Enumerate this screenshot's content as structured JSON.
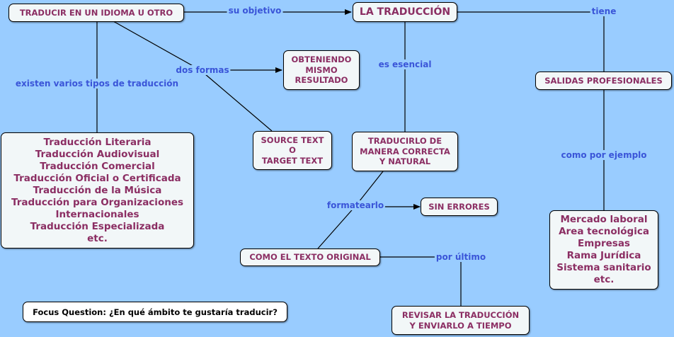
{
  "map": {
    "nodes": {
      "traducir": "TRADUCIR EN UN IDIOMA U OTRO",
      "traduccion": "LA TRADUCCIÓN",
      "obteniendo": [
        "OBTENIENDO",
        "MISMO",
        "RESULTADO"
      ],
      "salidas": "SALIDAS PROFESIONALES",
      "tipos": [
        "Traducción Literaria",
        "Traducción Audiovisual",
        "Traducción Comercial",
        "Traducción Oficial o Certificada",
        "Traducción de la Música",
        "Traducción para Organizaciones",
        "Internacionales",
        "Traducción Especializada",
        "etc."
      ],
      "source": [
        "SOURCE TEXT",
        "O",
        "TARGET TEXT"
      ],
      "correcta": [
        "TRADUCIRLO DE",
        "MANERA CORRECTA",
        "Y NATURAL"
      ],
      "sin_errores": "SIN ERRORES",
      "como_original": "COMO EL TEXTO ORIGINAL",
      "revisar": [
        "REVISAR LA TRADUCCIÓN",
        "Y ENVIARLO A TIEMPO"
      ],
      "profesiones": [
        "Mercado laboral",
        "Area tecnológica",
        "Empresas",
        "Rama Jurídica",
        "Sistema sanitario",
        "etc."
      ]
    },
    "links": {
      "su_objetivo": "su objetivo",
      "tiene": "tiene",
      "dos_formas": "dos formas",
      "es_esencial": "es esencial",
      "existen_tipos": "existen varios tipos de traducción",
      "como_por_ejemplo": "como por ejemplo",
      "formatearlo": "formatearlo",
      "por_ultimo": "por último"
    },
    "focus_question": "Focus Question: ¿En qué ámbito te gustaría traducir?"
  }
}
